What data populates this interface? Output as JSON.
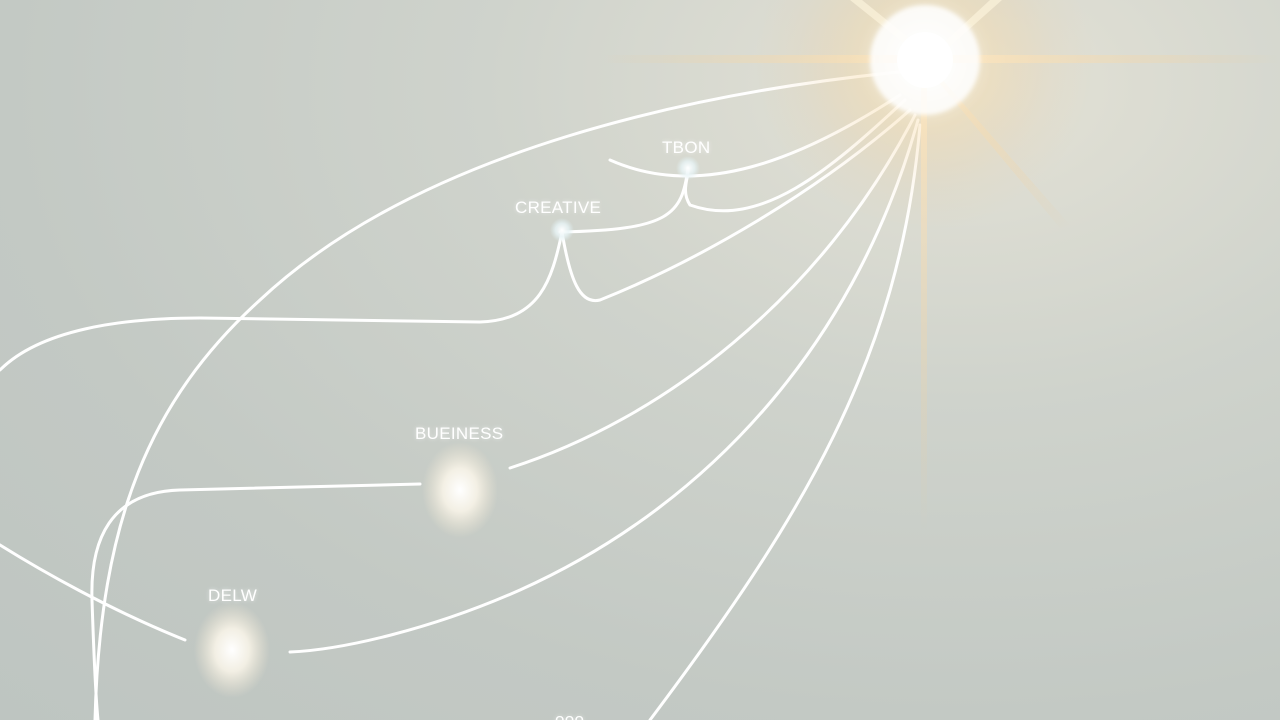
{
  "diagram": {
    "nodes": [
      {
        "id": "tbon",
        "label": "TBON"
      },
      {
        "id": "creative",
        "label": "CREATIVE"
      },
      {
        "id": "business",
        "label": "BUEINESS"
      },
      {
        "id": "delw",
        "label": "DELW"
      },
      {
        "id": "bottom",
        "label": "ooo"
      }
    ]
  },
  "colors": {
    "background": "#c5cbc6",
    "lines": "#ffffff",
    "starburst": "#f3c98a"
  }
}
